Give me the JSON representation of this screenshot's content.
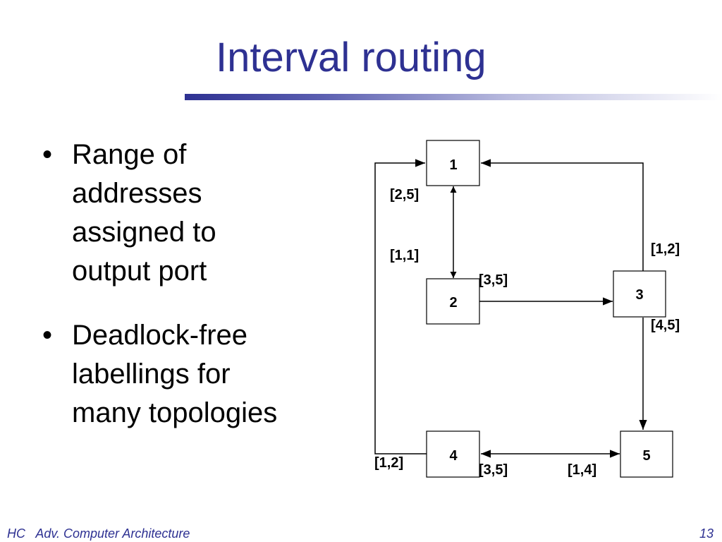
{
  "slide": {
    "title": "Interval routing",
    "bullets": [
      {
        "lines": [
          "Range of",
          "addresses",
          "assigned to",
          "output port"
        ]
      },
      {
        "lines": [
          "Deadlock-free",
          "labellings for",
          "many topologies"
        ]
      }
    ],
    "bullet_glyph": "•",
    "accent_color": "#2e3192"
  },
  "diagram": {
    "nodes": [
      "1",
      "2",
      "3",
      "4",
      "5"
    ],
    "edge_labels": {
      "n1_to_n2": "[2,5]",
      "n2_to_n1": "[1,1]",
      "n2_to_n3": "[3,5]",
      "n3_to_n1": "[1,2]",
      "n3_to_n5": "[4,5]",
      "n4_to_n1": "[1,2]",
      "n4_to_n5": "[3,5]",
      "n5_to_n4": "[1,4]"
    }
  },
  "footer": {
    "left": "HC   Adv. Computer Architecture",
    "page": "13"
  }
}
